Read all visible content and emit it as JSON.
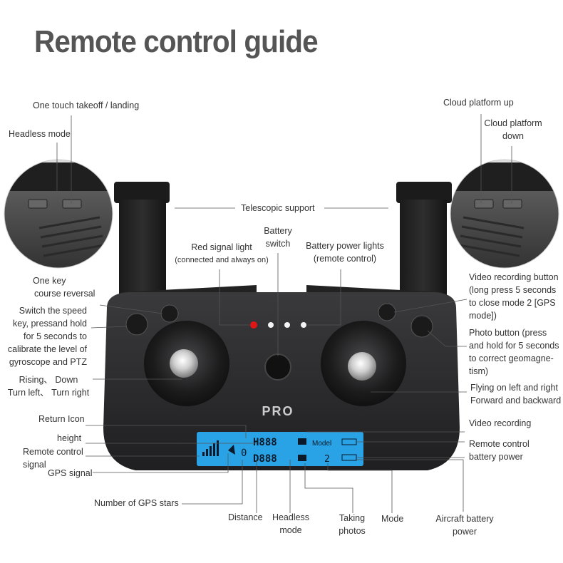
{
  "title": "Remote control guide",
  "labels": {
    "one_touch": "One touch takeoff / landing",
    "headless_mode": "Headless mode",
    "cloud_up": "Cloud platform up",
    "cloud_down_1": "Cloud platform",
    "cloud_down_2": "down",
    "telescopic": "Telescopic support",
    "battery_switch_1": "Battery",
    "battery_switch_2": "switch",
    "red_signal_1": "Red signal light",
    "red_signal_2": "(connected and always on)",
    "battery_lights_1": "Battery power lights",
    "battery_lights_2": "(remote control)",
    "course_rev_1": "One key",
    "course_rev_2": "course reversal",
    "switch_speed_1": "Switch the speed",
    "switch_speed_2": "key, pressand hold",
    "switch_speed_3": "for 5 seconds to",
    "switch_speed_4": "calibrate the level of",
    "switch_speed_5": "gyroscope and PTZ",
    "video_btn_1": "Video recording button",
    "video_btn_2": "(long press 5 seconds",
    "video_btn_3": "to close mode 2 [GPS",
    "video_btn_4": "mode])",
    "photo_btn_1": "Photo button (press",
    "photo_btn_2": "and hold for 5 seconds",
    "photo_btn_3": "to correct geomagne-",
    "photo_btn_4": "tism)",
    "rising_1": "Rising、 Down",
    "rising_2": "Turn left、 Turn right",
    "flying_1": "Flying on left and right",
    "flying_2": "Forward and backward",
    "return_icon": "Return Icon",
    "height": "height",
    "rc_signal_1": "Remote control",
    "rc_signal_2": "signal",
    "gps_signal": "GPS signal",
    "video_recording": "Video recording",
    "rc_battery_1": "Remote control",
    "rc_battery_2": "battery power",
    "gps_stars": "Number of GPS stars",
    "distance": "Distance",
    "headless_1": "Headless",
    "headless_2": "mode",
    "taking_1": "Taking",
    "taking_2": "photos",
    "mode": "Mode",
    "aircraft_bat_1": "Aircraft battery",
    "aircraft_bat_2": "power"
  },
  "device": {
    "brand": "PRO",
    "lcd_top": "H888",
    "lcd_bottom": "D888",
    "lcd_model": "Model",
    "lcd_sats": "0",
    "lcd_mode": "2"
  },
  "colors": {
    "lcd_blue": "#2aa3e6",
    "red_led": "#e01515",
    "body": "#2a2a2c"
  }
}
